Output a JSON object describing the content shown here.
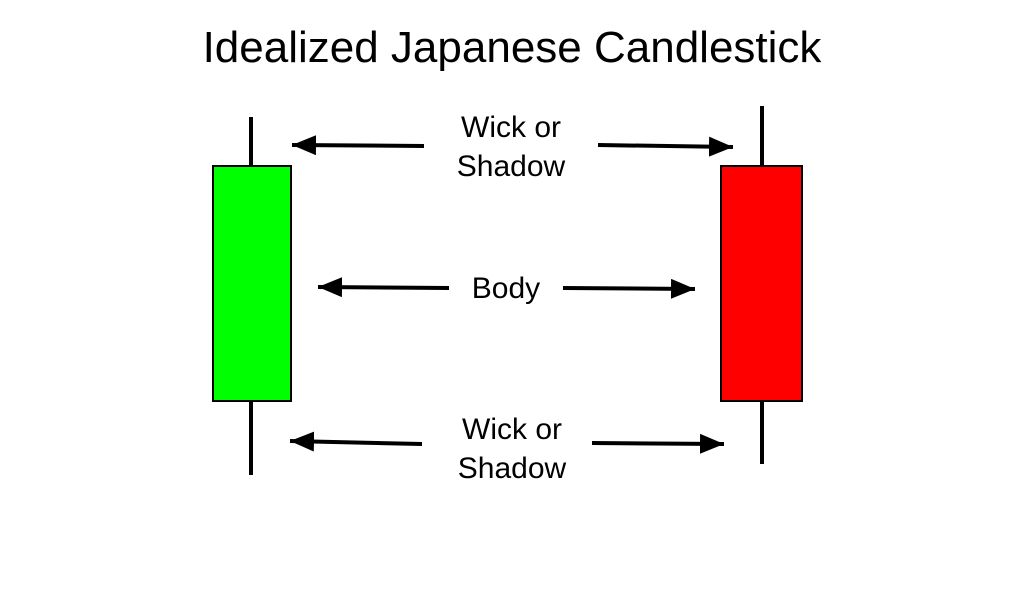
{
  "title": "Idealized Japanese Candlestick",
  "labels": {
    "top_wick_line1": "Wick or",
    "top_wick_line2": "Shadow",
    "body": "Body",
    "bottom_wick_line1": "Wick or",
    "bottom_wick_line2": "Shadow"
  },
  "colors": {
    "bullish_body": "#00ff00",
    "bearish_body": "#ff0000",
    "outline": "#000000"
  }
}
